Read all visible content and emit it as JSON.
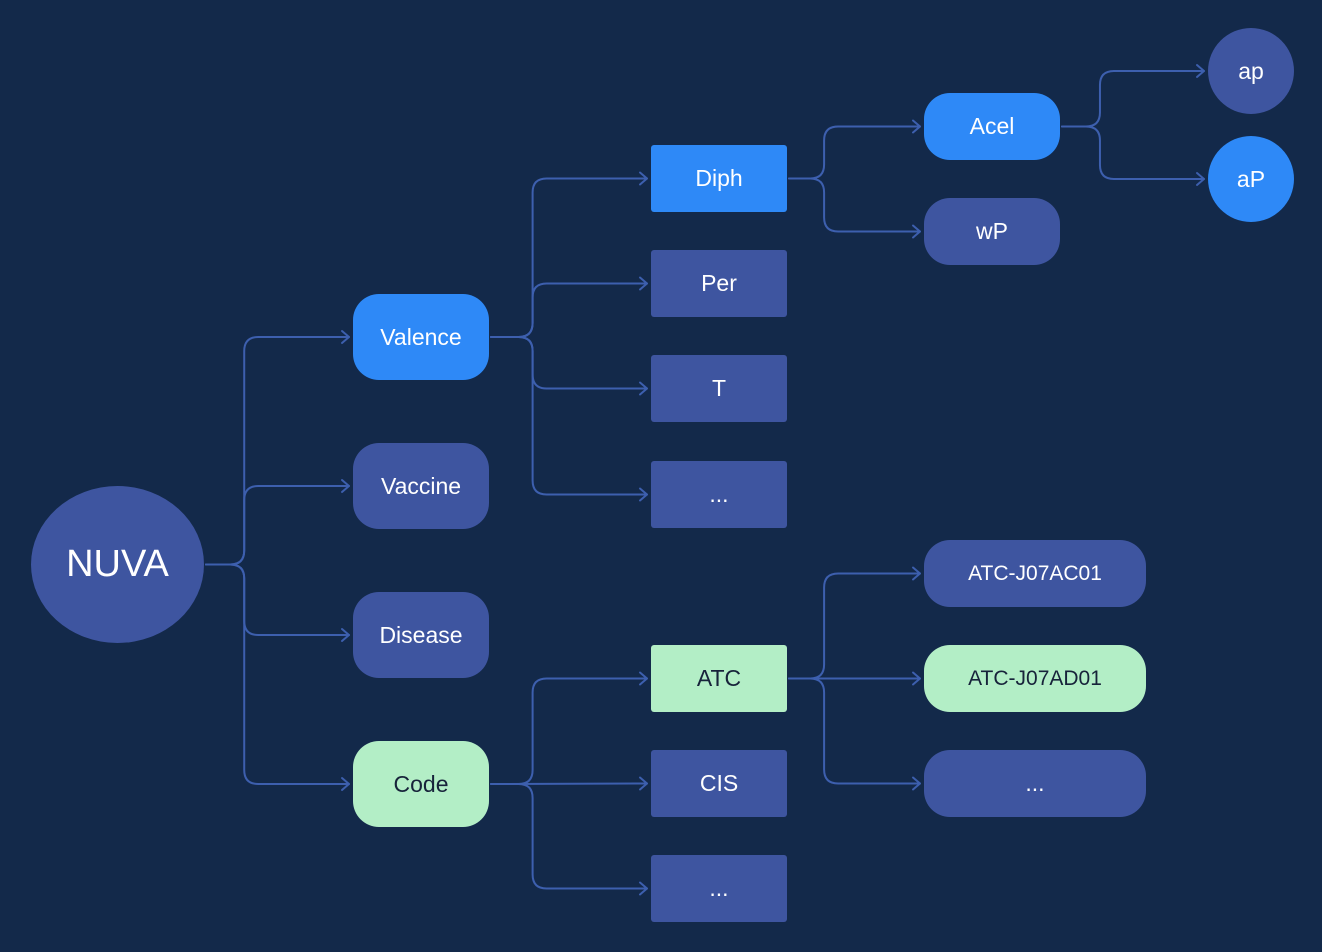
{
  "colors": {
    "background": "#13294a",
    "edge": "#3d5fae",
    "node_default": "#3e55a0",
    "node_active": "#2e89f7",
    "node_code": "#b3eec6",
    "text_light": "#ffffff",
    "text_dark": "#17233a"
  },
  "nodes": [
    {
      "id": "nuva",
      "label": "NUVA",
      "variant": "default"
    },
    {
      "id": "valence",
      "label": "Valence",
      "variant": "active"
    },
    {
      "id": "vaccine",
      "label": "Vaccine",
      "variant": "default"
    },
    {
      "id": "disease",
      "label": "Disease",
      "variant": "default"
    },
    {
      "id": "code",
      "label": "Code",
      "variant": "code"
    },
    {
      "id": "diph",
      "label": "Diph",
      "variant": "active"
    },
    {
      "id": "per",
      "label": "Per",
      "variant": "default"
    },
    {
      "id": "t",
      "label": "T",
      "variant": "default"
    },
    {
      "id": "valence-more",
      "label": "...",
      "variant": "default"
    },
    {
      "id": "acel",
      "label": "Acel",
      "variant": "active"
    },
    {
      "id": "wp",
      "label": "wP",
      "variant": "default"
    },
    {
      "id": "ap-lower",
      "label": "ap",
      "variant": "default"
    },
    {
      "id": "ap-upper",
      "label": "aP",
      "variant": "active"
    },
    {
      "id": "atc",
      "label": "ATC",
      "variant": "code"
    },
    {
      "id": "cis",
      "label": "CIS",
      "variant": "default"
    },
    {
      "id": "code-more",
      "label": "...",
      "variant": "default"
    },
    {
      "id": "atc-j07ac01",
      "label": "ATC-J07AC01",
      "variant": "default"
    },
    {
      "id": "atc-j07ad01",
      "label": "ATC-J07AD01",
      "variant": "code"
    },
    {
      "id": "atc-more",
      "label": "...",
      "variant": "default"
    }
  ],
  "edges": [
    {
      "from": "nuva",
      "to": "valence"
    },
    {
      "from": "nuva",
      "to": "vaccine"
    },
    {
      "from": "nuva",
      "to": "disease"
    },
    {
      "from": "nuva",
      "to": "code"
    },
    {
      "from": "valence",
      "to": "diph"
    },
    {
      "from": "valence",
      "to": "per"
    },
    {
      "from": "valence",
      "to": "t"
    },
    {
      "from": "valence",
      "to": "valence-more"
    },
    {
      "from": "diph",
      "to": "acel"
    },
    {
      "from": "diph",
      "to": "wp"
    },
    {
      "from": "acel",
      "to": "ap-lower"
    },
    {
      "from": "acel",
      "to": "ap-upper"
    },
    {
      "from": "code",
      "to": "atc"
    },
    {
      "from": "code",
      "to": "cis"
    },
    {
      "from": "code",
      "to": "code-more"
    },
    {
      "from": "atc",
      "to": "atc-j07ac01"
    },
    {
      "from": "atc",
      "to": "atc-j07ad01"
    },
    {
      "from": "atc",
      "to": "atc-more"
    }
  ]
}
